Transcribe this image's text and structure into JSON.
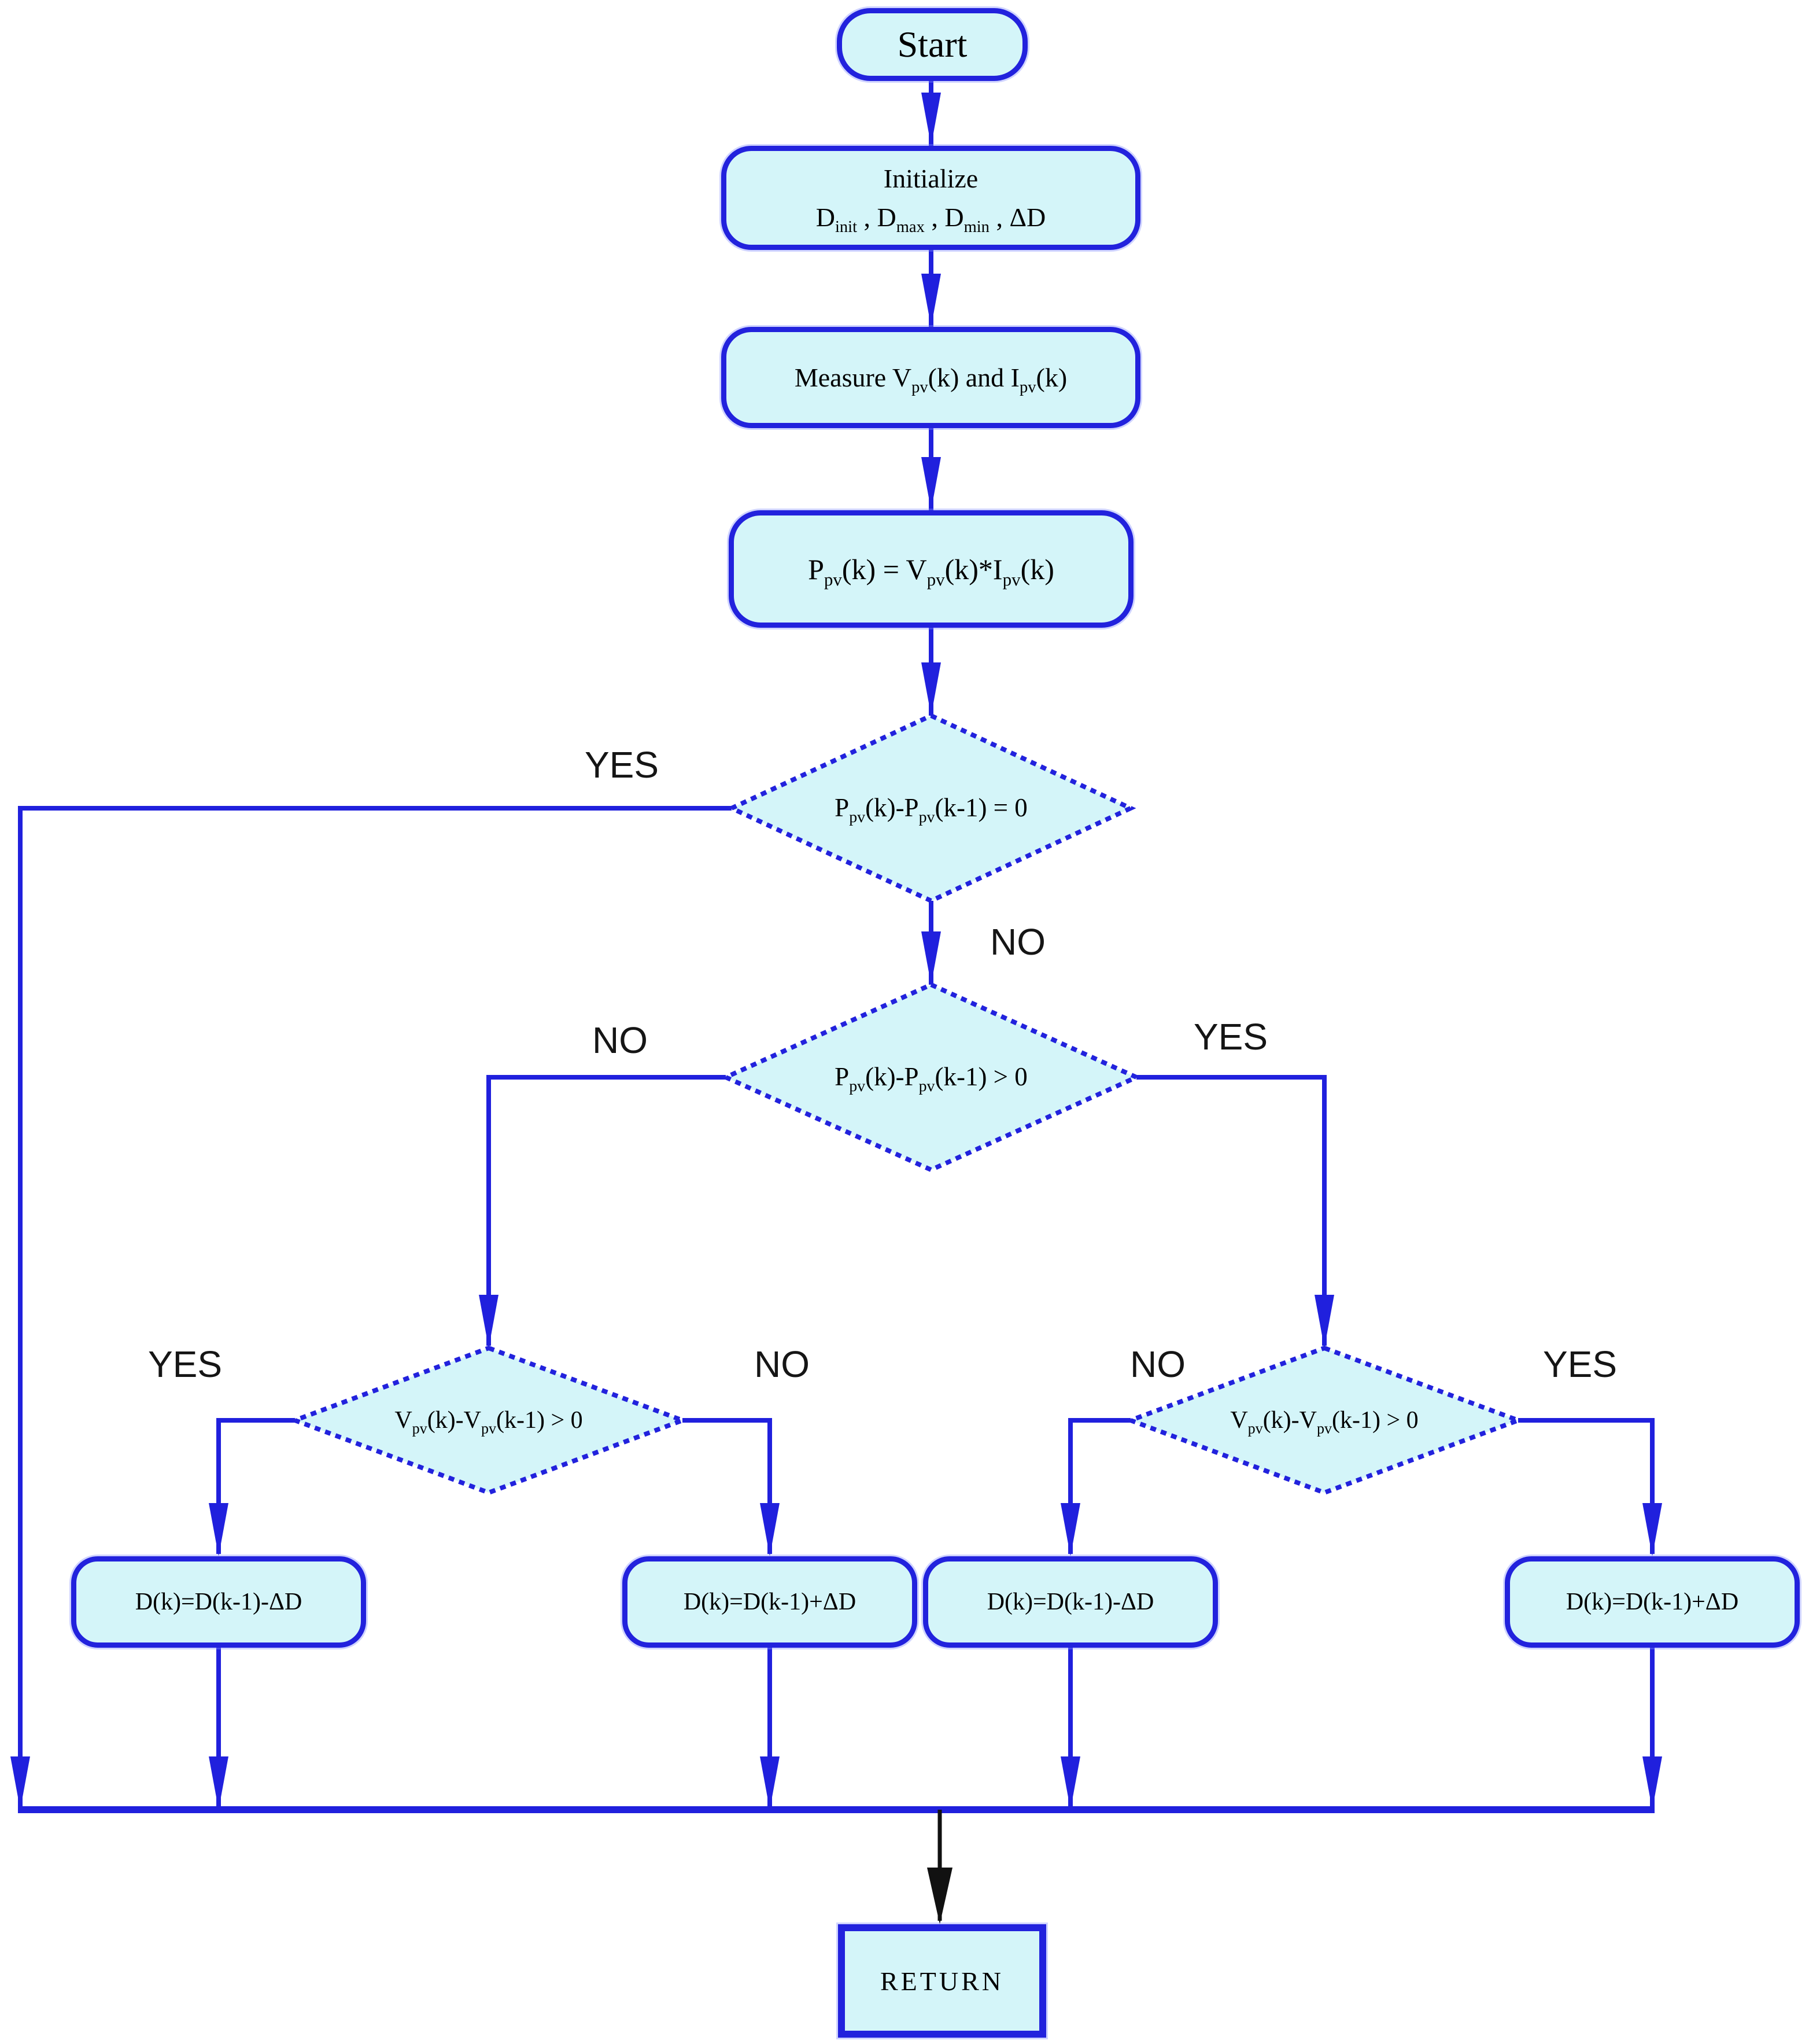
{
  "nodes": {
    "start": {
      "label": "Start"
    },
    "initialize": {
      "line1": "Initialize",
      "line2": "D_{init} , D_{max} , D_{min} , ΔD"
    },
    "measure": {
      "label": "Measure V_{pv}(k) and I_{pv}(k)"
    },
    "compute_power": {
      "label": "P_{pv}(k) = V_{pv}(k)*I_{pv}(k)"
    },
    "decision_power_zero": {
      "label": "P_{pv}(k)-P_{pv}(k-1) = 0"
    },
    "decision_power_greater": {
      "label": "P_{pv}(k)-P_{pv}(k-1) > 0"
    },
    "decision_voltage_left": {
      "label": "V_{pv}(k)-V_{pv}(k-1) > 0"
    },
    "decision_voltage_right": {
      "label": "V_{pv}(k)-V_{pv}(k-1) > 0"
    },
    "action_left_decrease": {
      "label": "D(k)=D(k-1)-ΔD"
    },
    "action_left_increase": {
      "label": "D(k)=D(k-1)+ΔD"
    },
    "action_right_decrease": {
      "label": "D(k)=D(k-1)-ΔD"
    },
    "action_right_increase": {
      "label": "D(k)=D(k-1)+ΔD"
    },
    "return": {
      "label": "RETURN"
    }
  },
  "branch_labels": {
    "d1_yes": "YES",
    "d1_no": "NO",
    "d2_no": "NO",
    "d2_yes": "YES",
    "d3l_yes": "YES",
    "d3l_no": "NO",
    "d3r_no": "NO",
    "d3r_yes": "YES"
  },
  "colors": {
    "node_fill": "#d4f5f9",
    "node_border": "#2222dd",
    "connector": "#2020dd",
    "branch_label": "#151515",
    "return_arrow": "#111111"
  }
}
